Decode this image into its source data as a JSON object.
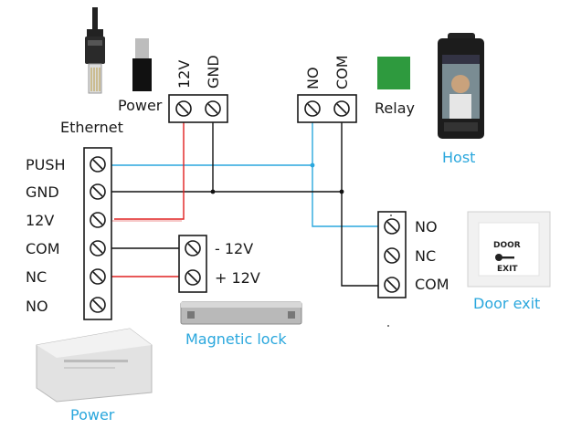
{
  "labels": {
    "ethernet": "Ethernet",
    "power_top": "Power",
    "v12_top": "12V",
    "gnd_top": "GND",
    "no_top": "NO",
    "com_top": "COM",
    "relay": "Relay",
    "host": "Host",
    "push": "PUSH",
    "gnd_left": "GND",
    "v12_left": "12V",
    "com_left": "COM",
    "nc_left": "NC",
    "no_left": "NO",
    "minus12v": "- 12V",
    "plus12v": "+ 12V",
    "magnetic_lock": "Magnetic lock",
    "power_bottom": "Power",
    "no_right": "NO",
    "nc_right": "NC",
    "com_right": "COM",
    "door_exit": "Door exit",
    "door_button_line1": "DOOR",
    "door_button_line2": "EXIT"
  },
  "colors": {
    "wire_black": "#111111",
    "wire_blue": "#2aa7dd",
    "wire_red": "#e02020",
    "relay_green": "#2e9a3e",
    "label_blue": "#2aa7dd"
  },
  "icons": {
    "ethernet": "rj45-plug-icon",
    "power": "dc-power-plug-icon",
    "relay": "relay-icon",
    "host": "face-recognition-terminal-icon",
    "door_exit": "door-exit-button-icon",
    "magnetic_lock": "magnetic-lock-icon",
    "power_supply": "power-supply-box-icon"
  }
}
